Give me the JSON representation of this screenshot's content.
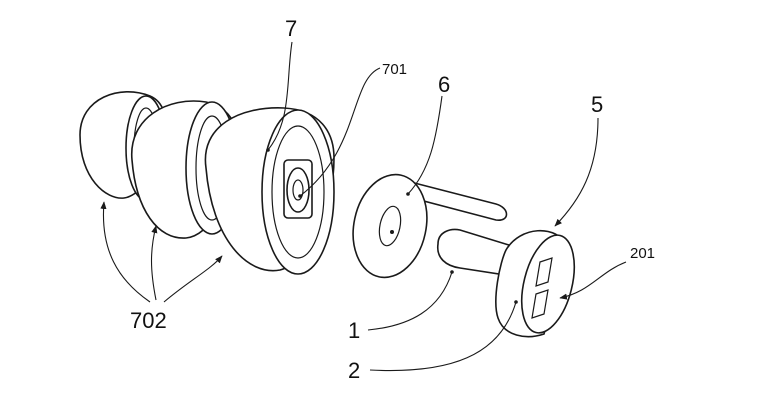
{
  "figure": {
    "labels": {
      "seven": "7",
      "seven_zero_one": "701",
      "six": "6",
      "five": "5",
      "two_zero_one": "201",
      "one": "1",
      "two": "2",
      "seven_zero_two": "702"
    }
  },
  "icons": {
    "arrow": "arrowhead-icon"
  }
}
